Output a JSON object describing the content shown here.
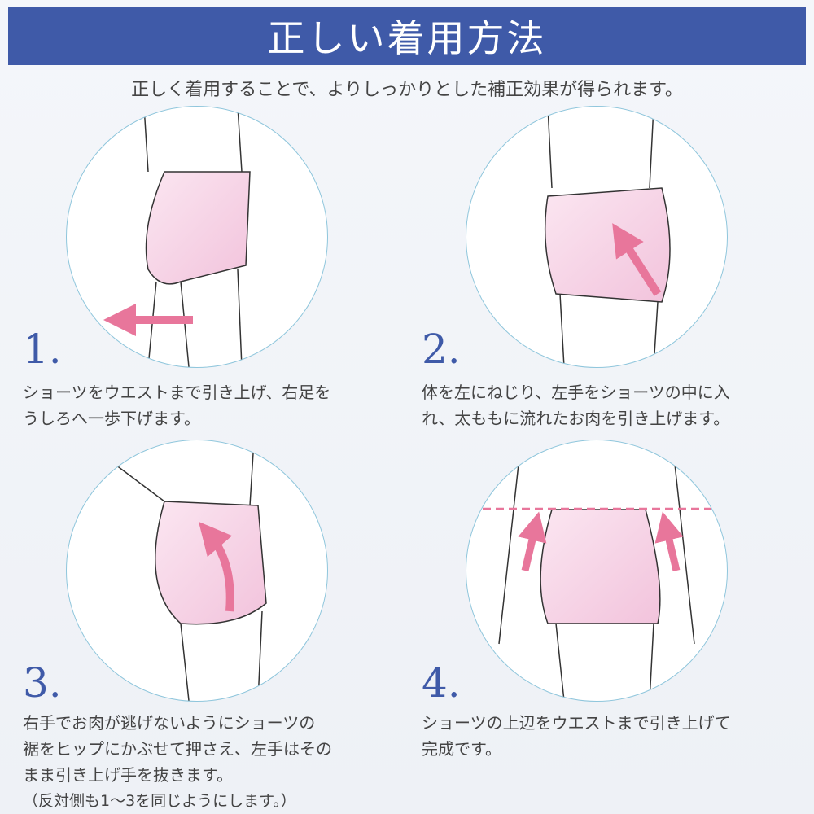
{
  "header": {
    "title": "正しい着用方法",
    "subtitle": "正しく着用することで、よりしっかりとした補正効果が得られます。"
  },
  "steps": [
    {
      "number": "1.",
      "lines": [
        "ショーツをウエストまで引き上げ、右足を",
        "うしろへ一歩下げます。"
      ]
    },
    {
      "number": "2.",
      "lines": [
        "体を左にねじり、左手をショーツの中に入",
        "れ、太ももに流れたお肉を引き上げます。"
      ]
    },
    {
      "number": "3.",
      "lines": [
        "右手でお肉が逃げないようにショーツの",
        "裾をヒップにかぶせて押さえ、左手はその",
        "まま引き上げ手を抜きます。"
      ],
      "note": "（反対側も1〜3を同じようにします。）"
    },
    {
      "number": "4.",
      "lines": [
        "ショーツの上辺をウエストまで引き上げて",
        "完成です。"
      ]
    }
  ],
  "colors": {
    "banner": "#3f5aa8",
    "arrow": "#e8769b",
    "garment": "#f6d3e6",
    "circle_border": "#8fc6dc"
  }
}
